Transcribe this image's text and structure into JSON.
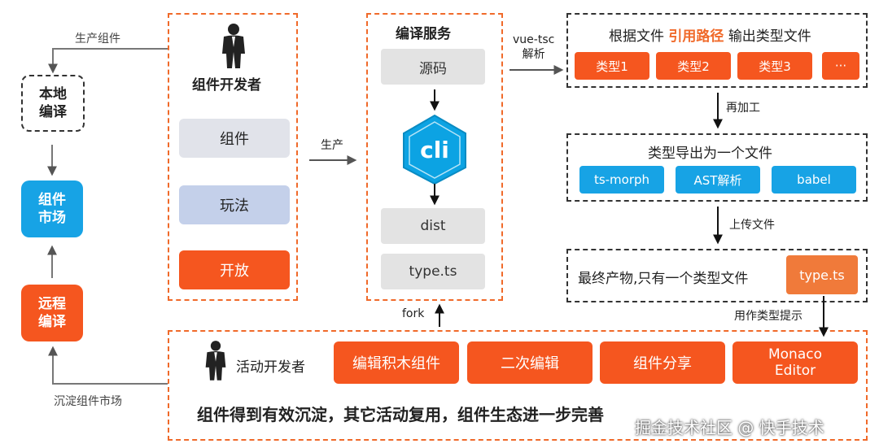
{
  "colors": {
    "accent_orange": "#f5561f",
    "accent_blue": "#17a3e5",
    "gray": "#e3e3e3",
    "dashed_orange": "#f06a2a",
    "text_orange": "#f06a2a"
  },
  "left": {
    "local_compile": "本地\n编译",
    "component_market": "组件\n市场",
    "remote_compile": "远程\n编译",
    "produce_component": "生产组件",
    "deposit_market": "沉淀组件市场"
  },
  "developer": {
    "title": "组件开发者",
    "items": [
      "组件",
      "玩法",
      "开放"
    ],
    "icon": "person-icon"
  },
  "produce_label": "生产",
  "compile": {
    "title": "编译服务",
    "source": "源码",
    "cli": "cli",
    "dist": "dist",
    "types": "type.ts"
  },
  "vue_tsc": "vue-tsc\n解析",
  "types_box": {
    "title_prefix": "根据文件",
    "title_highlight": "引用路径",
    "title_suffix": "输出类型文件",
    "types": [
      "类型1",
      "类型2",
      "类型3",
      "···"
    ]
  },
  "reprocess": "再加工",
  "export_box": {
    "title": "类型导出为一个文件",
    "tools": [
      "ts-morph",
      "AST解析",
      "babel"
    ]
  },
  "upload": "上传文件",
  "final_box": {
    "text": "最终产物,只有一个类型文件",
    "file": "type.ts"
  },
  "hint_label": "用作类型提示",
  "fork_label": "fork",
  "activity": {
    "dev_label": "活动开发者",
    "actions": [
      "编辑积木组件",
      "二次编辑",
      "组件分享",
      "Monaco\nEditor"
    ],
    "summary": "组件得到有效沉淀，其它活动复用，组件生态进一步完善"
  },
  "watermark": "掘金技术社区 @ 快手技术"
}
